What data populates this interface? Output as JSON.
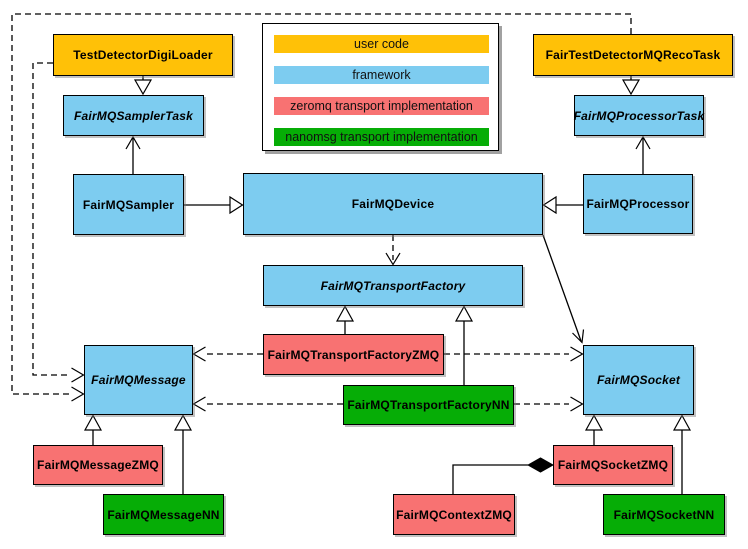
{
  "colors": {
    "user_code": "#FFC107",
    "framework": "#7DCCF0",
    "zeromq": "#F87272",
    "nanomsg": "#06AD06",
    "line": "#000000",
    "background": "#FFFFFF"
  },
  "legend": {
    "items": [
      {
        "label": "user code",
        "color_key": "user_code"
      },
      {
        "label": "framework",
        "color_key": "framework"
      },
      {
        "label": "zeromq transport implementation",
        "color_key": "zeromq"
      },
      {
        "label": "nanomsg transport implementation",
        "color_key": "nanomsg"
      }
    ]
  },
  "nodes": [
    {
      "id": "test-detector-digi-loader",
      "label": "TestDetectorDigiLoader",
      "category": "user_code",
      "abstract": false
    },
    {
      "id": "fair-test-detector-mqrecotask",
      "label": "FairTestDetectorMQRecoTask",
      "category": "user_code",
      "abstract": false
    },
    {
      "id": "fairmq-sampler-task",
      "label": "FairMQSamplerTask",
      "category": "framework",
      "abstract": true
    },
    {
      "id": "fairmq-processor-task",
      "label": "FairMQProcessorTask",
      "category": "framework",
      "abstract": true
    },
    {
      "id": "fairmq-sampler",
      "label": "FairMQSampler",
      "category": "framework",
      "abstract": false
    },
    {
      "id": "fairmq-device",
      "label": "FairMQDevice",
      "category": "framework",
      "abstract": false
    },
    {
      "id": "fairmq-processor",
      "label": "FairMQProcessor",
      "category": "framework",
      "abstract": false
    },
    {
      "id": "fairmq-transport-factory",
      "label": "FairMQTransportFactory",
      "category": "framework",
      "abstract": true
    },
    {
      "id": "fairmq-transport-factory-zmq",
      "label": "FairMQTransportFactoryZMQ",
      "category": "zeromq",
      "abstract": false
    },
    {
      "id": "fairmq-transport-factory-nn",
      "label": "FairMQTransportFactoryNN",
      "category": "nanomsg",
      "abstract": false
    },
    {
      "id": "fairmq-message",
      "label": "FairMQMessage",
      "category": "framework",
      "abstract": true
    },
    {
      "id": "fairmq-socket",
      "label": "FairMQSocket",
      "category": "framework",
      "abstract": true
    },
    {
      "id": "fairmq-message-zmq",
      "label": "FairMQMessageZMQ",
      "category": "zeromq",
      "abstract": false
    },
    {
      "id": "fairmq-message-nn",
      "label": "FairMQMessageNN",
      "category": "nanomsg",
      "abstract": false
    },
    {
      "id": "fairmq-context-zmq",
      "label": "FairMQContextZMQ",
      "category": "zeromq",
      "abstract": false
    },
    {
      "id": "fairmq-socket-zmq",
      "label": "FairMQSocketZMQ",
      "category": "zeromq",
      "abstract": false
    },
    {
      "id": "fairmq-socket-nn",
      "label": "FairMQSocketNN",
      "category": "nanomsg",
      "abstract": false
    }
  ],
  "edges": [
    {
      "from": "TestDetectorDigiLoader",
      "to": "FairMQSamplerTask",
      "kind": "generalization-hollow-triangle"
    },
    {
      "from": "FairTestDetectorMQRecoTask",
      "to": "FairMQProcessorTask",
      "kind": "generalization-hollow-triangle"
    },
    {
      "from": "FairMQSampler",
      "to": "FairMQSamplerTask",
      "kind": "open-arrow"
    },
    {
      "from": "FairMQProcessor",
      "to": "FairMQProcessorTask",
      "kind": "open-arrow"
    },
    {
      "from": "FairMQSampler",
      "to": "FairMQDevice",
      "kind": "generalization-hollow-triangle"
    },
    {
      "from": "FairMQProcessor",
      "to": "FairMQDevice",
      "kind": "generalization-hollow-triangle"
    },
    {
      "from": "FairMQDevice",
      "to": "FairMQTransportFactory",
      "kind": "dashed-open-arrow"
    },
    {
      "from": "FairMQDevice",
      "to": "FairMQSocket",
      "kind": "open-arrow"
    },
    {
      "from": "FairMQTransportFactoryZMQ",
      "to": "FairMQTransportFactory",
      "kind": "generalization-hollow-triangle"
    },
    {
      "from": "FairMQTransportFactoryNN",
      "to": "FairMQTransportFactory",
      "kind": "generalization-hollow-triangle"
    },
    {
      "from": "FairMQTransportFactoryZMQ",
      "to": "FairMQMessage",
      "kind": "dashed-open-arrow"
    },
    {
      "from": "FairMQTransportFactoryZMQ",
      "to": "FairMQSocket",
      "kind": "dashed-open-arrow"
    },
    {
      "from": "FairMQTransportFactoryNN",
      "to": "FairMQMessage",
      "kind": "dashed-open-arrow"
    },
    {
      "from": "FairMQTransportFactoryNN",
      "to": "FairMQSocket",
      "kind": "dashed-open-arrow"
    },
    {
      "from": "TestDetectorDigiLoader",
      "to": "FairMQMessage",
      "kind": "dashed-open-arrow"
    },
    {
      "from": "FairTestDetectorMQRecoTask",
      "to": "FairMQMessage",
      "kind": "dashed-open-arrow"
    },
    {
      "from": "FairMQMessageZMQ",
      "to": "FairMQMessage",
      "kind": "generalization-hollow-triangle"
    },
    {
      "from": "FairMQMessageNN",
      "to": "FairMQMessage",
      "kind": "generalization-hollow-triangle"
    },
    {
      "from": "FairMQSocketZMQ",
      "to": "FairMQSocket",
      "kind": "generalization-hollow-triangle"
    },
    {
      "from": "FairMQSocketNN",
      "to": "FairMQSocket",
      "kind": "generalization-hollow-triangle"
    },
    {
      "from": "FairMQContextZMQ",
      "to": "FairMQSocketZMQ",
      "kind": "composition-filled-diamond"
    }
  ]
}
